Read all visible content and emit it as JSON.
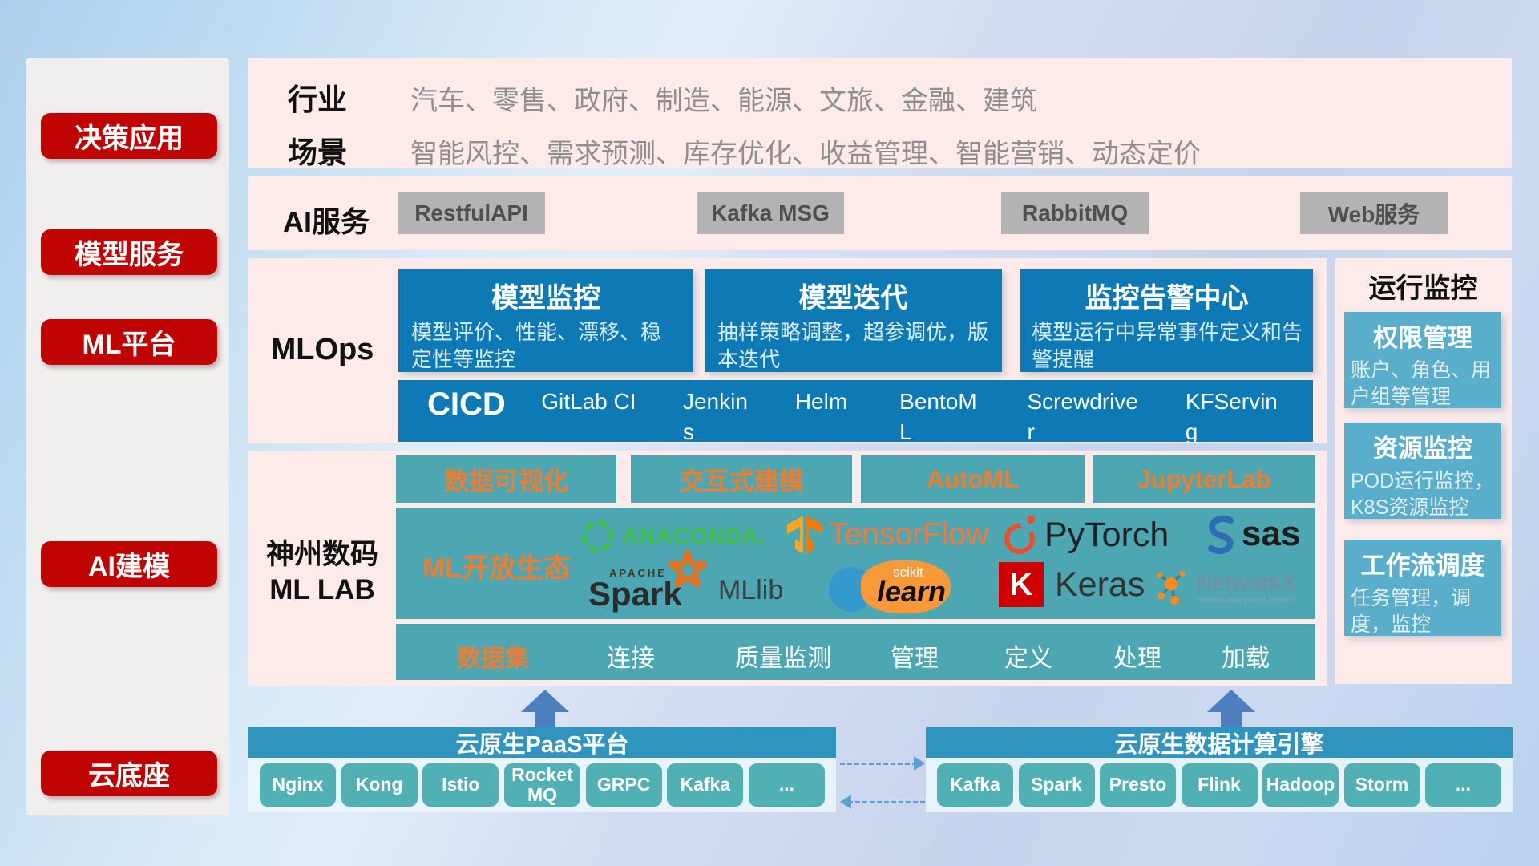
{
  "sidebar": {
    "items": [
      "决策应用",
      "模型服务",
      "ML平台",
      "AI建模",
      "云底座"
    ]
  },
  "industry_band": {
    "row1_label": "行业",
    "row1_value": "汽车、零售、政府、制造、能源、文旅、金融、建筑",
    "row2_label": "场景",
    "row2_value": "智能风控、需求预测、库存优化、收益管理、智能营销、动态定价"
  },
  "ai_service_band": {
    "label": "AI服务",
    "buttons": [
      "RestfulAPI",
      "Kafka MSG",
      "RabbitMQ",
      "Web服务"
    ]
  },
  "mlops_band": {
    "label": "MLOps",
    "cards": [
      {
        "title": "模型监控",
        "desc": "模型评价、性能、漂移、稳定性等监控"
      },
      {
        "title": "模型迭代",
        "desc": "抽样策略调整，超参调优，版本迭代"
      },
      {
        "title": "监控告警中心",
        "desc": "模型运行中异常事件定义和告警提醒"
      }
    ],
    "cicd_title": "CICD",
    "cicd_tools": [
      "GitLab CI",
      "Jenkins",
      "Helm",
      "BentoML",
      "Screwdriver",
      "KFServing"
    ]
  },
  "mllab_band": {
    "label_line1": "神州数码",
    "label_line2": "ML LAB",
    "tabs": [
      "数据可视化",
      "交互式建模",
      "AutoML",
      "JupyterLab"
    ],
    "ecosystem_label": "ML开放生态",
    "logos": {
      "anaconda": "ANACONDA.",
      "tensorflow": "TensorFlow",
      "pytorch": "PyTorch",
      "sas": "sas",
      "spark_small": "APACHE",
      "spark": "Spark",
      "mllib": "MLlib",
      "sklearn_top": "scikit",
      "sklearn_script": "learn",
      "keras_letter": "K",
      "keras": "Keras",
      "networkx": "NetworkX",
      "networkx_sub": "Network Analysis in Python"
    },
    "data_row": {
      "first": "数据集",
      "items": [
        "连接",
        "质量监测",
        "管理",
        "定义",
        "处理",
        "加载"
      ]
    }
  },
  "monitor_column": {
    "title": "运行监控",
    "cards": [
      {
        "title": "权限管理",
        "desc": "账户、角色、用户组等管理"
      },
      {
        "title": "资源监控",
        "desc": "POD运行监控，K8S资源监控"
      },
      {
        "title": "工作流调度",
        "desc": "任务管理，调度，监控"
      }
    ]
  },
  "bottom": {
    "left": {
      "title": "云原生PaaS平台",
      "items": [
        "Nginx",
        "Kong",
        "Istio",
        "RocketMQ",
        "GRPC",
        "Kafka",
        "..."
      ]
    },
    "right": {
      "title": "云原生数据计算引擎",
      "items": [
        "Kafka",
        "Spark",
        "Presto",
        "Flink",
        "Hadoop",
        "Storm",
        "..."
      ]
    }
  },
  "colors": {
    "red": "#c00404",
    "blue_card": "#0e7ab5",
    "teal": "#4ca7b2",
    "monitor_blue": "#58aecb",
    "pink_band": "#fcebe9",
    "orange": "#ed7d31",
    "header_blue": "#3095be",
    "button_teal": "#50b0b3",
    "gray_button": "#b3b3b3"
  }
}
